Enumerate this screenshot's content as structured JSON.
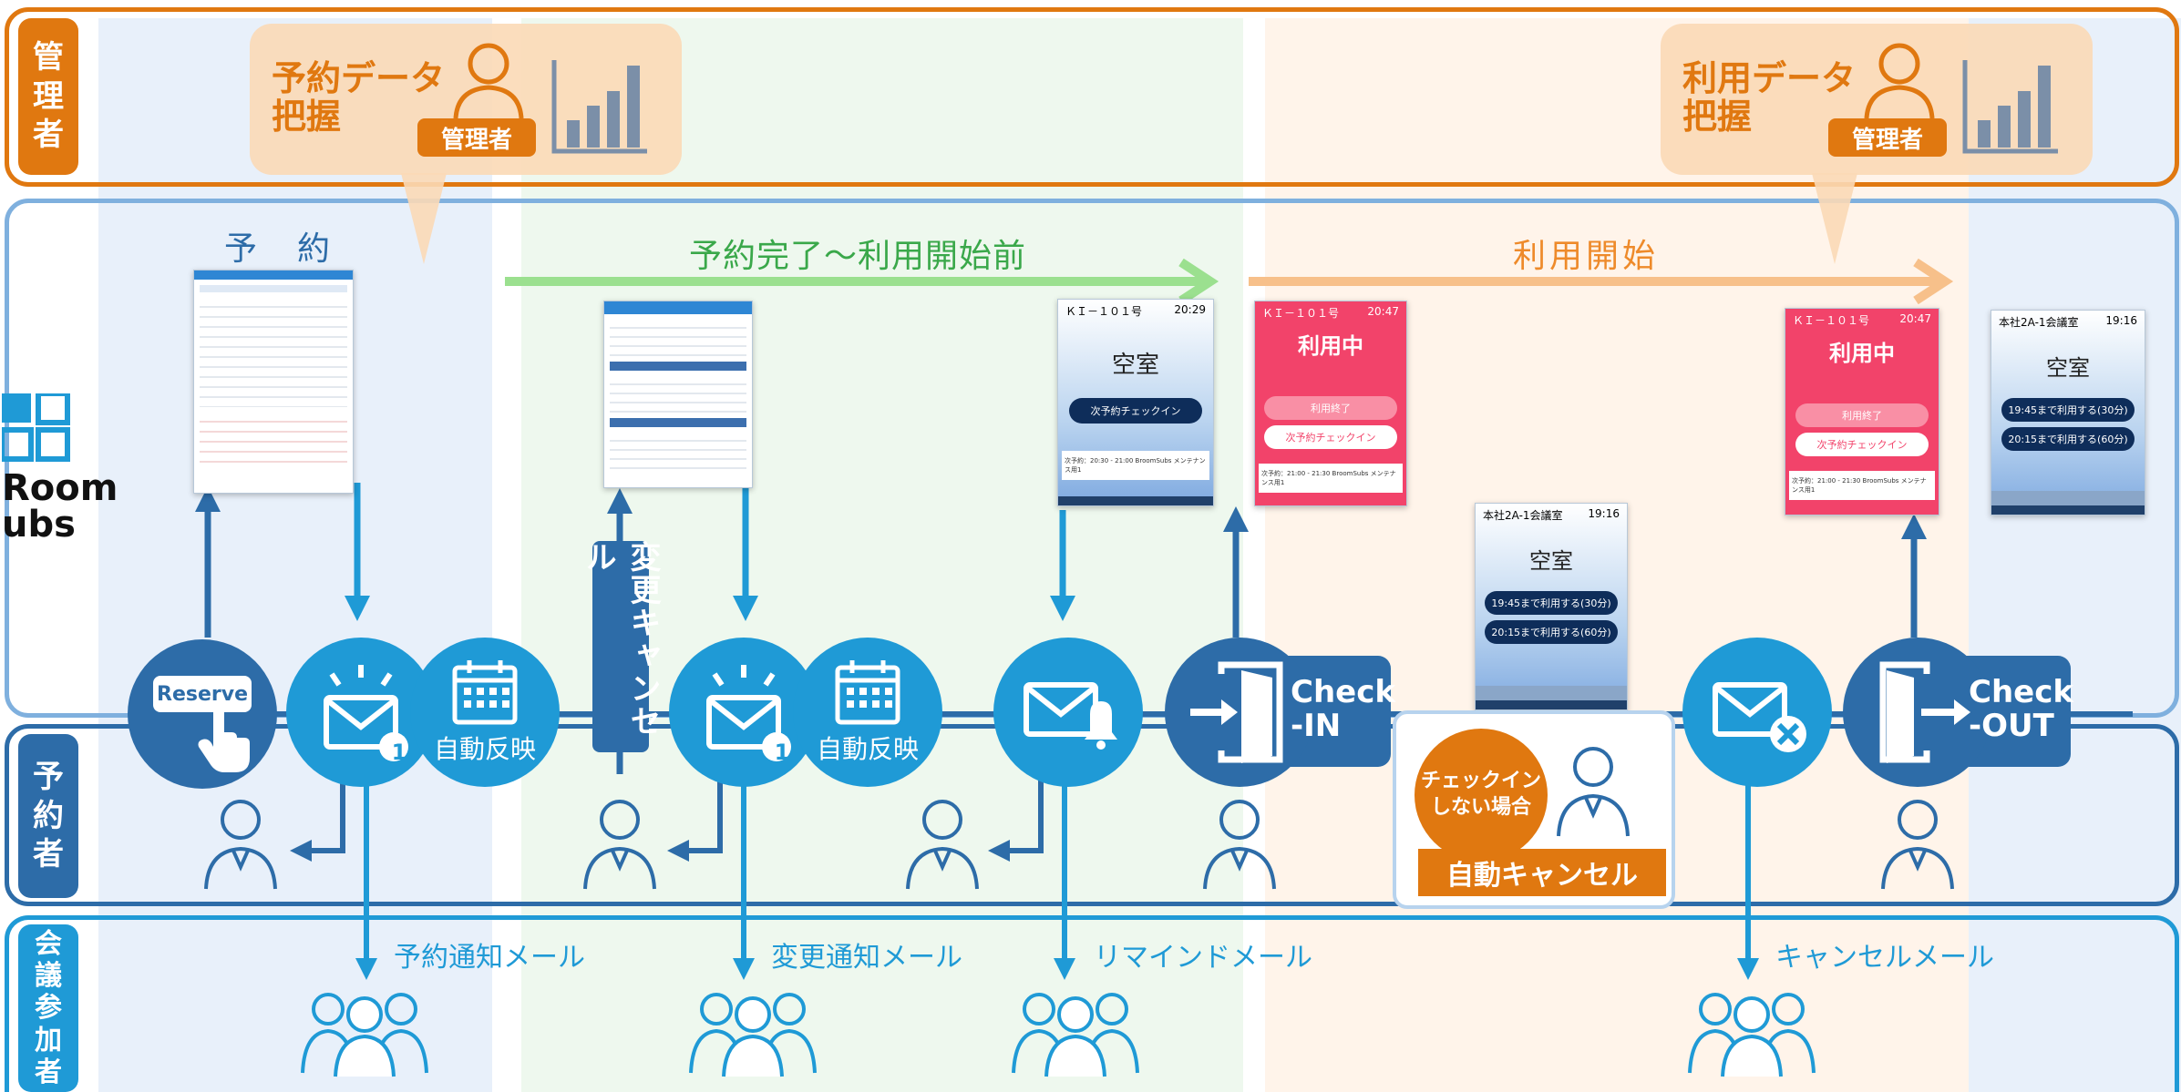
{
  "lanes": {
    "admin": [
      "管",
      "理",
      "者"
    ],
    "reserver": [
      "予",
      "約",
      "者"
    ],
    "participants": [
      "会",
      "議",
      "参",
      "加",
      "者"
    ]
  },
  "brand": {
    "line1": "Room",
    "line2": "ubs"
  },
  "admin_bubbles": [
    {
      "title_line1": "予約データ",
      "title_line2": "把握",
      "tag": "管理者"
    },
    {
      "title_line1": "利用データ",
      "title_line2": "把握",
      "tag": "管理者"
    }
  ],
  "phases": {
    "reserve": "予　約",
    "before_use": "予約完了〜利用開始前",
    "start_use": "利用開始"
  },
  "actions": {
    "reserve": "Reserve",
    "auto_reflect_1": "自動反映",
    "auto_reflect_2": "自動反映",
    "change_cancel": "変更キャンセル",
    "checkin_line1": "Check",
    "checkin_line2": "-IN",
    "checkout_line1": "Check",
    "checkout_line2": "-OUT",
    "no_checkin_line1": "チェックイン",
    "no_checkin_line2": "しない場合",
    "auto_cancel": "自動キャンセル",
    "badge": "1"
  },
  "mails": {
    "reserve_notice": "予約通知メール",
    "change_notice": "変更通知メール",
    "remind": "リマインドメール",
    "cancel": "キャンセルメール"
  },
  "screens": {
    "vacant1": {
      "room": "ＫＩ－１０１号",
      "time": "20:29",
      "status": "空室",
      "btn": "次予約チェックイン",
      "footer": "次予約：20:30 - 21:00 BroomSubs メンテナンス用1"
    },
    "inuse1": {
      "room": "ＫＩ－１０１号",
      "time": "20:47",
      "status": "利用中",
      "btn1": "利用終了",
      "btn2": "次予約チェックイン",
      "footer": "次予約：21:00 - 21:30 BroomSubs メンテナンス用1"
    },
    "vacant2": {
      "room": "本社2A-1会議室",
      "time": "19:16",
      "status": "空室",
      "btn1": "19:45まで利用する(30分)",
      "btn2": "20:15まで利用する(60分)"
    },
    "inuse2": {
      "room": "ＫＩ－１０１号",
      "time": "20:47",
      "status": "利用中",
      "btn1": "利用終了",
      "btn2": "次予約チェックイン",
      "footer": "次予約：21:00 - 21:30 BroomSubs メンテナンス用1"
    },
    "vacant3": {
      "room": "本社2A-1会議室",
      "time": "19:16",
      "status": "空室",
      "btn1": "19:45まで利用する(30分)",
      "btn2": "20:15まで利用する(60分)"
    }
  },
  "colors": {
    "admin_orange": "#e07810",
    "reserver_blue": "#2d6ca8",
    "participant_cyan": "#1f9ad6",
    "green_arrow": "#9be08f",
    "orange_arrow": "#f7c08a",
    "inuse_red": "#f2436a"
  }
}
